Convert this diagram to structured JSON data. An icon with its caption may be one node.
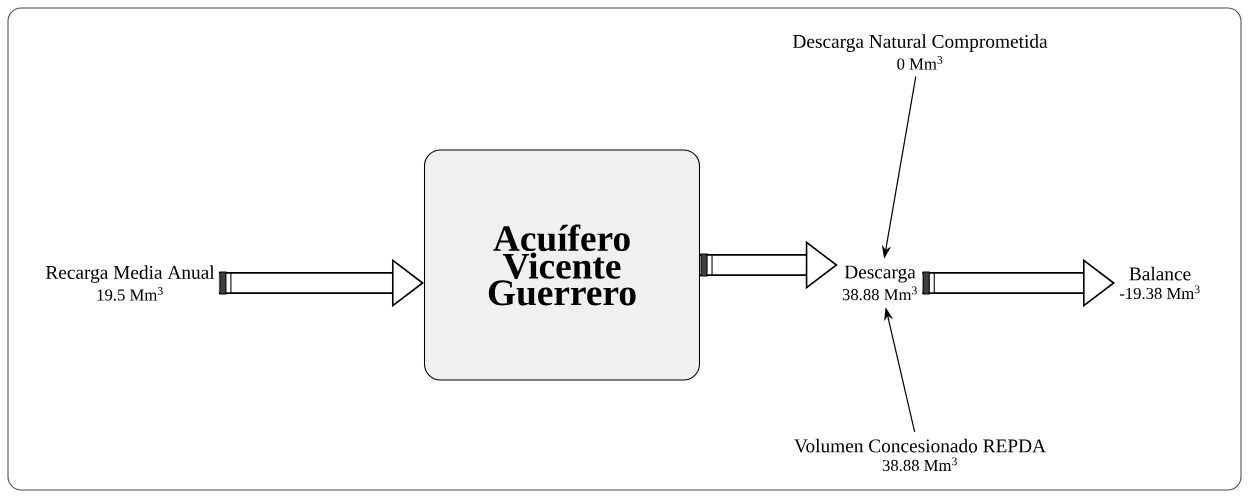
{
  "diagram": {
    "nodes": [
      {
        "text": [
          "Recarga Media Anual",
          "19.5 Mm$^{3}$"
        ]
      },
      {
        "text": [
          "Acuífero Vicente Guerrero"
        ]
      },
      {
        "text": [
          "Descarga Natural Comprometida",
          "0 Mm$^{3}$"
        ]
      },
      {
        "text": [
          "Descarga",
          "38.88 Mm$^{3}$"
        ]
      },
      {
        "text": [
          "Balance",
          "-19.38 Mm$^{3}$"
        ]
      },
      {
        "text": [
          "Volumen Concesionado REPDA",
          "38.88 Mm$^{3}$"
        ]
      }
    ],
    "edges": [
      {
        "from": 0,
        "to": 1,
        "arrow": "to"
      },
      {
        "from": 1,
        "to": 3,
        "arrow": "to"
      },
      {
        "from": 3,
        "to": 4,
        "arrow": "to"
      },
      {
        "from": 2,
        "to": 3,
        "arrow": "to"
      },
      {
        "from": 5,
        "to": 3,
        "arrow": "to"
      }
    ]
  }
}
